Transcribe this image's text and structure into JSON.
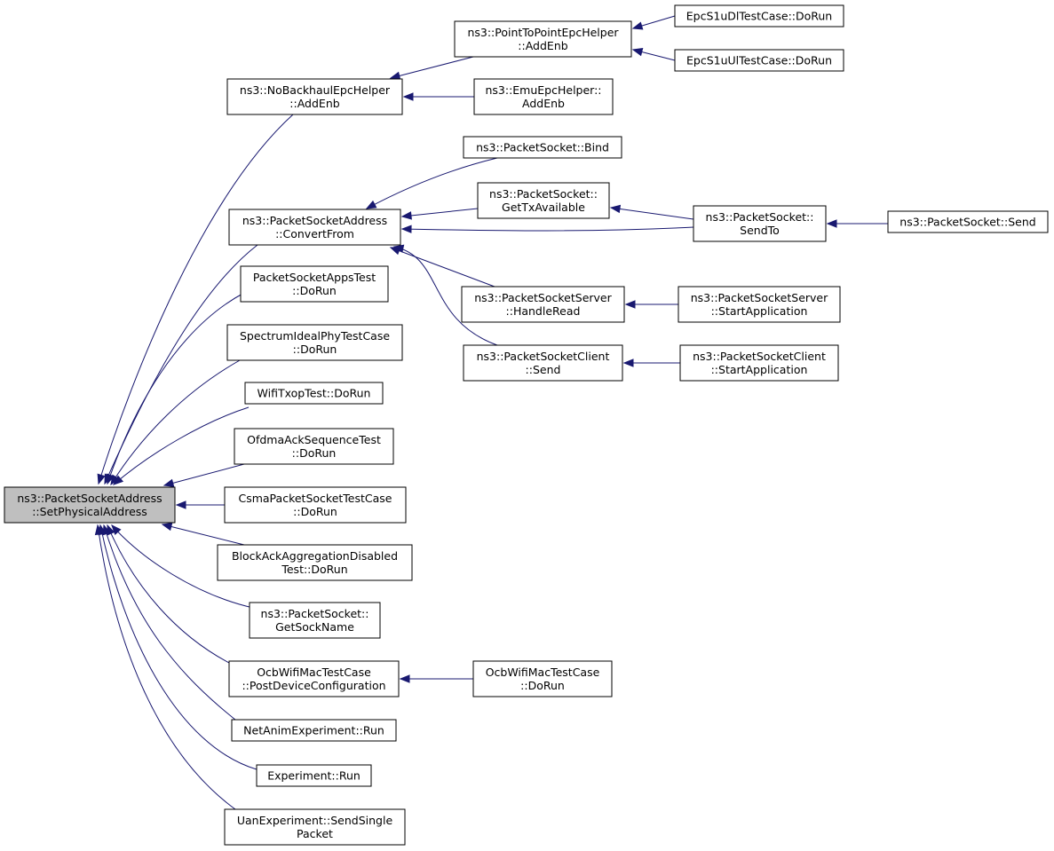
{
  "graph": {
    "nodes": [
      {
        "id": "root",
        "lines": [
          "ns3::PacketSocketAddress",
          "::SetPhysicalAddress"
        ],
        "highlight": true
      },
      {
        "id": "nobackhaul",
        "lines": [
          "ns3::NoBackhaulEpcHelper",
          "::AddEnb"
        ]
      },
      {
        "id": "ptp",
        "lines": [
          "ns3::PointToPointEpcHelper",
          "::AddEnb"
        ]
      },
      {
        "id": "dl",
        "lines": [
          "EpcS1uDlTestCase::DoRun"
        ]
      },
      {
        "id": "ul",
        "lines": [
          "EpcS1uUlTestCase::DoRun"
        ]
      },
      {
        "id": "emu",
        "lines": [
          "ns3::EmuEpcHelper::",
          "AddEnb"
        ]
      },
      {
        "id": "convert",
        "lines": [
          "ns3::PacketSocketAddress",
          "::ConvertFrom"
        ]
      },
      {
        "id": "bind",
        "lines": [
          "ns3::PacketSocket::Bind"
        ]
      },
      {
        "id": "gettx",
        "lines": [
          "ns3::PacketSocket::",
          "GetTxAvailable"
        ]
      },
      {
        "id": "sendto",
        "lines": [
          "ns3::PacketSocket::",
          "SendTo"
        ]
      },
      {
        "id": "send",
        "lines": [
          "ns3::PacketSocket::Send"
        ]
      },
      {
        "id": "handleread",
        "lines": [
          "ns3::PacketSocketServer",
          "::HandleRead"
        ]
      },
      {
        "id": "serverstart",
        "lines": [
          "ns3::PacketSocketServer",
          "::StartApplication"
        ]
      },
      {
        "id": "clientsend",
        "lines": [
          "ns3::PacketSocketClient",
          "::Send"
        ]
      },
      {
        "id": "clientstart",
        "lines": [
          "ns3::PacketSocketClient",
          "::StartApplication"
        ]
      },
      {
        "id": "appstest",
        "lines": [
          "PacketSocketAppsTest",
          "::DoRun"
        ]
      },
      {
        "id": "spectrum",
        "lines": [
          "SpectrumIdealPhyTestCase",
          "::DoRun"
        ]
      },
      {
        "id": "wifitxop",
        "lines": [
          "WifiTxopTest::DoRun"
        ]
      },
      {
        "id": "ofdma",
        "lines": [
          "OfdmaAckSequenceTest",
          "::DoRun"
        ]
      },
      {
        "id": "csma",
        "lines": [
          "CsmaPacketSocketTestCase",
          "::DoRun"
        ]
      },
      {
        "id": "blockack",
        "lines": [
          "BlockAckAggregationDisabled",
          "Test::DoRun"
        ]
      },
      {
        "id": "getsockname",
        "lines": [
          "ns3::PacketSocket::",
          "GetSockName"
        ]
      },
      {
        "id": "ocbpost",
        "lines": [
          "OcbWifiMacTestCase",
          "::PostDeviceConfiguration"
        ]
      },
      {
        "id": "ocbdorun",
        "lines": [
          "OcbWifiMacTestCase",
          "::DoRun"
        ]
      },
      {
        "id": "netanim",
        "lines": [
          "NetAnimExperiment::Run"
        ]
      },
      {
        "id": "experiment",
        "lines": [
          "Experiment::Run"
        ]
      },
      {
        "id": "uan",
        "lines": [
          "UanExperiment::SendSingle",
          "Packet"
        ]
      }
    ],
    "edges": [
      {
        "from": "nobackhaul",
        "to": "root"
      },
      {
        "from": "ptp",
        "to": "nobackhaul"
      },
      {
        "from": "dl",
        "to": "ptp"
      },
      {
        "from": "ul",
        "to": "ptp"
      },
      {
        "from": "emu",
        "to": "nobackhaul"
      },
      {
        "from": "convert",
        "to": "root"
      },
      {
        "from": "bind",
        "to": "convert"
      },
      {
        "from": "gettx",
        "to": "convert"
      },
      {
        "from": "sendto",
        "to": "convert"
      },
      {
        "from": "handleread",
        "to": "convert"
      },
      {
        "from": "clientsend",
        "to": "convert"
      },
      {
        "from": "sendto",
        "to": "gettx"
      },
      {
        "from": "send",
        "to": "sendto"
      },
      {
        "from": "serverstart",
        "to": "handleread"
      },
      {
        "from": "clientstart",
        "to": "clientsend"
      },
      {
        "from": "appstest",
        "to": "root"
      },
      {
        "from": "spectrum",
        "to": "root"
      },
      {
        "from": "wifitxop",
        "to": "root"
      },
      {
        "from": "ofdma",
        "to": "root"
      },
      {
        "from": "csma",
        "to": "root"
      },
      {
        "from": "blockack",
        "to": "root"
      },
      {
        "from": "getsockname",
        "to": "root"
      },
      {
        "from": "ocbpost",
        "to": "root"
      },
      {
        "from": "ocbdorun",
        "to": "ocbpost"
      },
      {
        "from": "netanim",
        "to": "root"
      },
      {
        "from": "experiment",
        "to": "root"
      },
      {
        "from": "uan",
        "to": "root"
      }
    ]
  }
}
